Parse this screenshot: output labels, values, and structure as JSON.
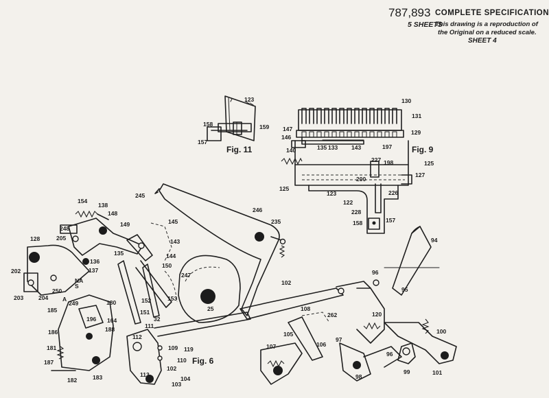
{
  "header": {
    "patent_number": "787,893",
    "title": "COMPLETE SPECIFICATION",
    "sheets": "5 SHEETS",
    "note_line1": "This drawing is a reproduction of",
    "note_line2": "the Original on a reduced scale.",
    "sheet_number": "SHEET 4"
  },
  "figures": {
    "fig11": "Fig. 11",
    "fig9": "Fig. 9",
    "fig6": "Fig. 6"
  },
  "labels": {
    "fig11": [
      "123",
      "158",
      "159",
      "157"
    ],
    "fig9": [
      "130",
      "131",
      "129",
      "147",
      "146",
      "135",
      "133",
      "143",
      "140",
      "197",
      "227",
      "198",
      "125",
      "127",
      "200",
      "125",
      "123",
      "122",
      "226",
      "228",
      "158",
      "157"
    ],
    "fig6": [
      "245",
      "246",
      "235",
      "154",
      "138",
      "148",
      "248",
      "149",
      "145",
      "143",
      "128",
      "205",
      "135",
      "136",
      "137",
      "NA",
      "S",
      "144",
      "150",
      "202",
      "203",
      "204",
      "250",
      "A",
      "249",
      "180",
      "247",
      "152",
      "153",
      "25",
      "185",
      "196",
      "164",
      "151",
      "32",
      "186",
      "188",
      "181",
      "187",
      "112",
      "111",
      "109",
      "110",
      "119",
      "102",
      "113",
      "104",
      "103",
      "182",
      "183",
      "94",
      "96",
      "95",
      "102",
      "108",
      "262",
      "120",
      "105",
      "106",
      "107",
      "97",
      "96",
      "100",
      "98",
      "99",
      "101"
    ]
  }
}
